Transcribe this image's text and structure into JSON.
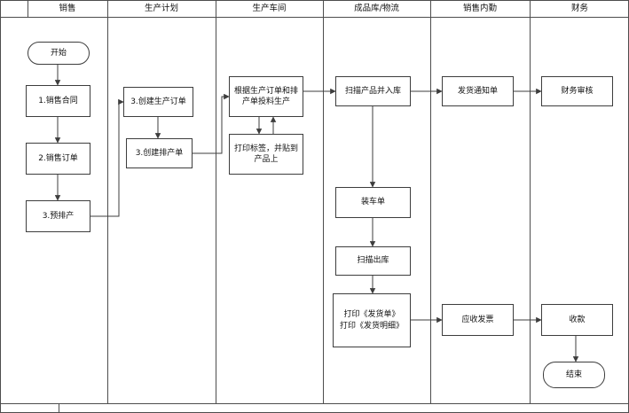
{
  "lanes": [
    {
      "label": "销售"
    },
    {
      "label": "生产计划"
    },
    {
      "label": "生产车间"
    },
    {
      "label": "成品库/物流"
    },
    {
      "label": "销售内勤"
    },
    {
      "label": "财务"
    }
  ],
  "nodes": {
    "start": {
      "label": "开始"
    },
    "sales_contract": {
      "label": "1.销售合同"
    },
    "sales_order": {
      "label": "2.销售订单"
    },
    "pre_scheduling": {
      "label": "3.预排产"
    },
    "create_production_order": {
      "label": "3.创建生产订单"
    },
    "create_scheduling_order": {
      "label": "3.创建排产单"
    },
    "feed_production": {
      "label": "根据生产订单和排产单投料生产"
    },
    "print_label": {
      "label": "打印标签，并贴到产品上"
    },
    "scan_into_warehouse": {
      "label": "扫描产品并入库"
    },
    "loading_list": {
      "label": "装车单"
    },
    "scan_out": {
      "label": "扫描出库"
    },
    "print_delivery_docs": {
      "label": "打印《发货单》\n打印《发货明细》"
    },
    "delivery_notice": {
      "label": "发货通知单"
    },
    "receivable_invoice": {
      "label": "应收发票"
    },
    "finance_review": {
      "label": "财务审核"
    },
    "collection": {
      "label": "收款"
    },
    "end": {
      "label": "结束"
    }
  },
  "colors": {
    "grid_line": "#4d4d4d",
    "shape_border": "#3d3d3d",
    "background": "#ffffff",
    "text": "#111111"
  }
}
